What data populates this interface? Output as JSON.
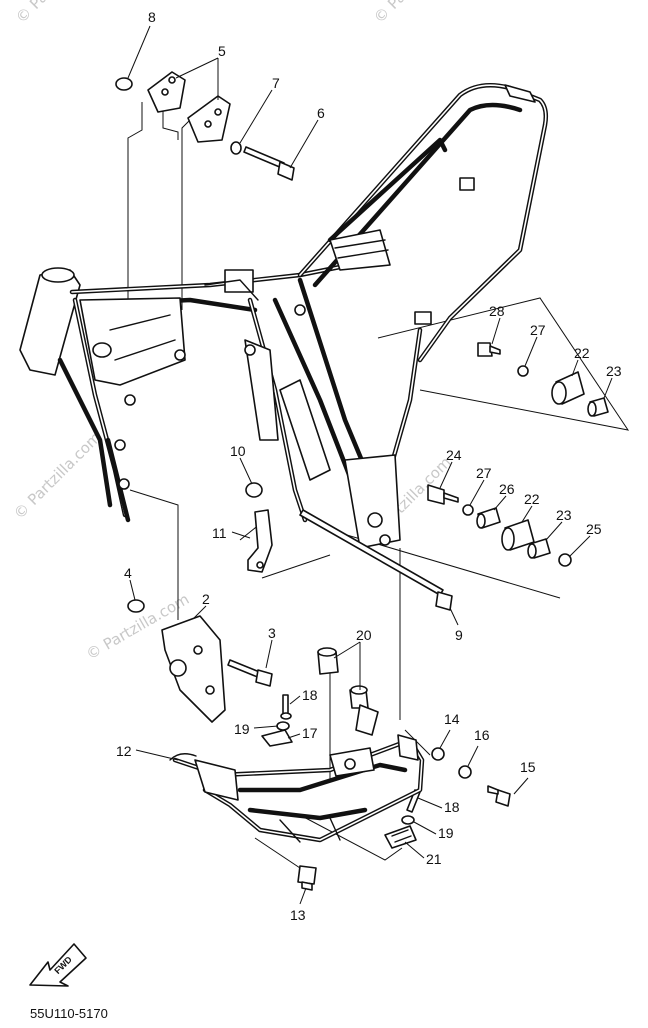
{
  "watermarks": [
    "© Partzilla.com",
    "© Partzilla.com",
    "© Partzilla.com",
    "© Partzilla.com",
    "© Partzilla.com"
  ],
  "callouts": [
    "8",
    "5",
    "7",
    "6",
    "28",
    "27",
    "22",
    "23",
    "10",
    "24",
    "27",
    "26",
    "22",
    "23",
    "25",
    "11",
    "4",
    "2",
    "3",
    "20",
    "18",
    "19",
    "17",
    "9",
    "14",
    "16",
    "15",
    "12",
    "18",
    "19",
    "21",
    "13"
  ],
  "fwd_label": "FWD",
  "part_code": "55U110-5170"
}
